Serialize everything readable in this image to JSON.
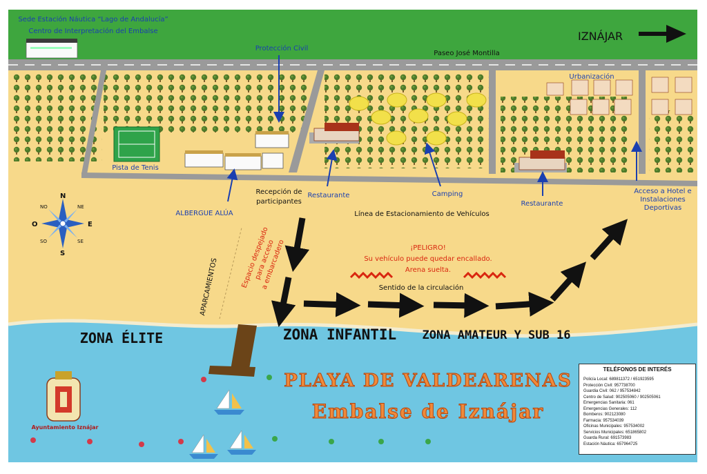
{
  "labels": {
    "sede_line1": "Sede Estación Náutica “Lago de Andalucía”",
    "sede_line2": "Centro de Interpretación del Embalse",
    "iznajar": "IZNÁJAR",
    "proteccion_civil": "Protección Civil",
    "paseo": "Paseo José Montilla",
    "urbanizacion": "Urbanización",
    "pista_tenis": "Pista de Tenis",
    "recepcion_line1": "Recepción de",
    "recepcion_line2": "participantes",
    "restaurante": "Restaurante",
    "camping": "Camping",
    "acceso_line1": "Acceso a Hotel e",
    "acceso_line2": "Instalaciones",
    "acceso_line3": "Deportivas",
    "albergue": "ALBERGUE ALÚA",
    "linea_estacionamiento": "Línea de Estacionamiento de Vehículos",
    "espacio_line1": "Espacio despejado",
    "espacio_line2": "para acceso",
    "espacio_line3": "a embarcadero",
    "aparcamientos": "APARCAMIENTOS",
    "peligro_line1": "¡PELIGRO!",
    "peligro_line2": "Su vehículo puede quedar encallado.",
    "peligro_line3": "Arena suelta.",
    "sentido": "Sentido de la circulación",
    "zona_elite": "ZONA ÉLITE",
    "zona_infantil": "ZONA INFANTIL",
    "zona_amateur": "ZONA AMATEUR Y SUB 16",
    "titulo": "PLAYA DE VALDEARENAS",
    "subtitulo": "Embalse de Iznájar",
    "ayuntamiento": "Ayuntamiento Iznájar"
  },
  "compass": {
    "n": "N",
    "s": "S",
    "e": "E",
    "o": "O",
    "no": "NO",
    "ne": "NE",
    "so": "SO",
    "se": "SE"
  },
  "telefonos": {
    "title": "TELÉFONOS DE INTERÉS",
    "items": [
      "Policía Local: 689811372 / 651923595",
      "Protección Civil: 957738700",
      "Guardia Civil: 062 / 957534842",
      "Centro de Salud: 902505060 / 902505061",
      "Emergencias Sanitaria: 061",
      "Emergencias Generales: 112",
      "Bomberos: 902123080",
      "Farmacia: 957534039",
      "Oficinas Municipales: 957534002",
      "Servicios Municipales: 651865802",
      "Guarda Rural: 691573983",
      "Estación Náutica: 657964725"
    ]
  },
  "colors": {
    "grass": "#3ea63e",
    "road": "#9a9a9a",
    "sand": "#f7d98a",
    "water": "#6fc6e2",
    "label_blue": "#1a3fb0",
    "label_red": "#d9260f",
    "title_orange": "#f08a3a"
  }
}
